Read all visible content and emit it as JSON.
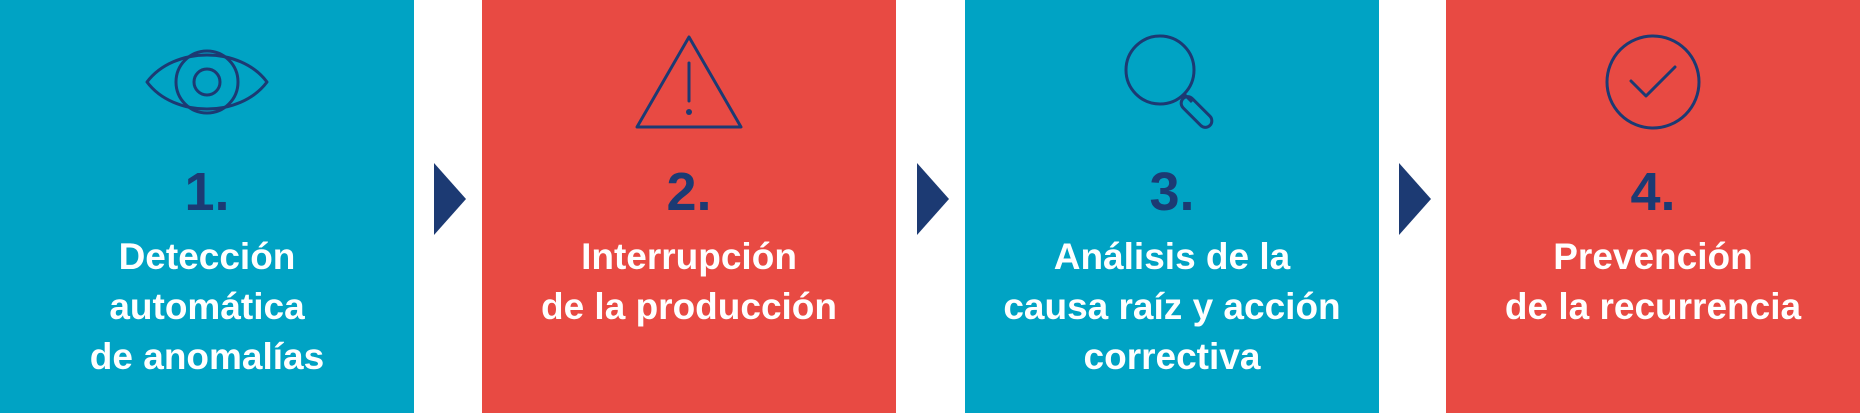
{
  "colors": {
    "teal": "#00a3c4",
    "red": "#e84a43",
    "navy": "#1c3a73",
    "label_text": "#ffffff"
  },
  "steps": [
    {
      "number": "1.",
      "icon": "eye-icon",
      "label_lines": [
        "Detección",
        "automática",
        "de anomalías"
      ]
    },
    {
      "number": "2.",
      "icon": "warning-triangle-icon",
      "label_lines": [
        "Interrupción",
        "de la producción"
      ]
    },
    {
      "number": "3.",
      "icon": "magnifying-glass-icon",
      "label_lines": [
        "Análisis de la",
        "causa raíz y acción",
        "correctiva"
      ]
    },
    {
      "number": "4.",
      "icon": "checkmark-circle-icon",
      "label_lines": [
        "Prevención",
        "de la recurrencia"
      ]
    }
  ],
  "connectors": [
    {
      "icon": "arrow-right-icon"
    },
    {
      "icon": "arrow-right-icon"
    },
    {
      "icon": "arrow-right-icon"
    }
  ]
}
